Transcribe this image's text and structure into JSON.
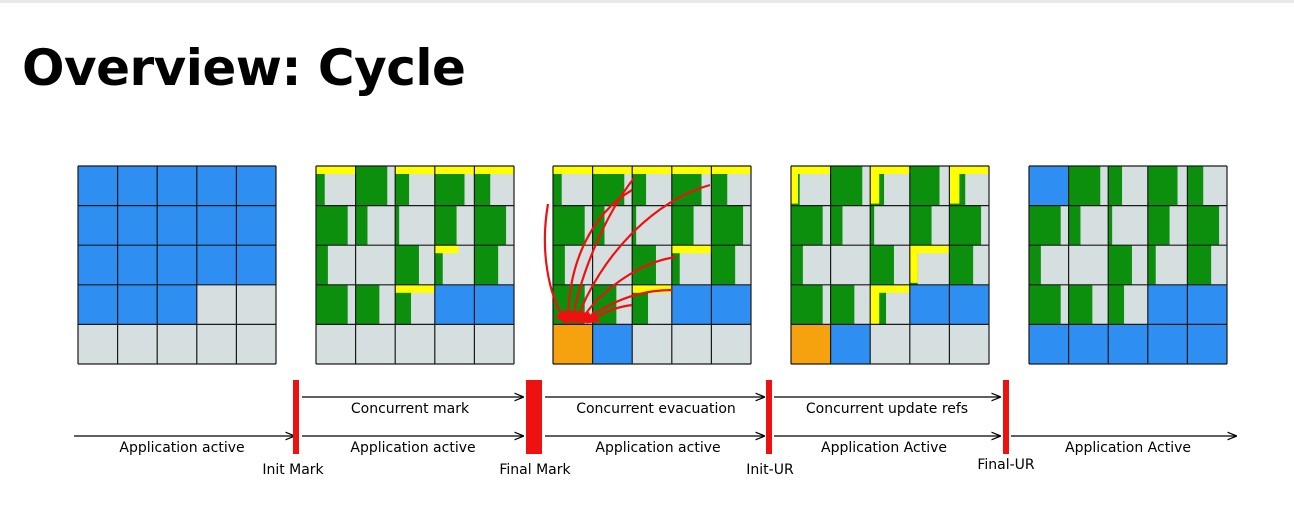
{
  "slide": {
    "title": "Overview: Cycle"
  },
  "colors": {
    "blue": "#2f8ef2",
    "green": "#0c8f0c",
    "grey": "#d5dfdf",
    "yellow": "#ffff00",
    "orange": "#f5a20e",
    "red": "#ee1111"
  },
  "timeline": {
    "upper_labels": [
      "Concurrent mark",
      "Concurrent evacuation",
      "Concurrent update refs"
    ],
    "lower_labels": [
      "Application active",
      "Application active",
      "Application active",
      "Application Active",
      "Application Active"
    ],
    "phase_labels": [
      "Init Mark",
      "Final Mark",
      "Init-UR",
      "Final-UR"
    ]
  }
}
